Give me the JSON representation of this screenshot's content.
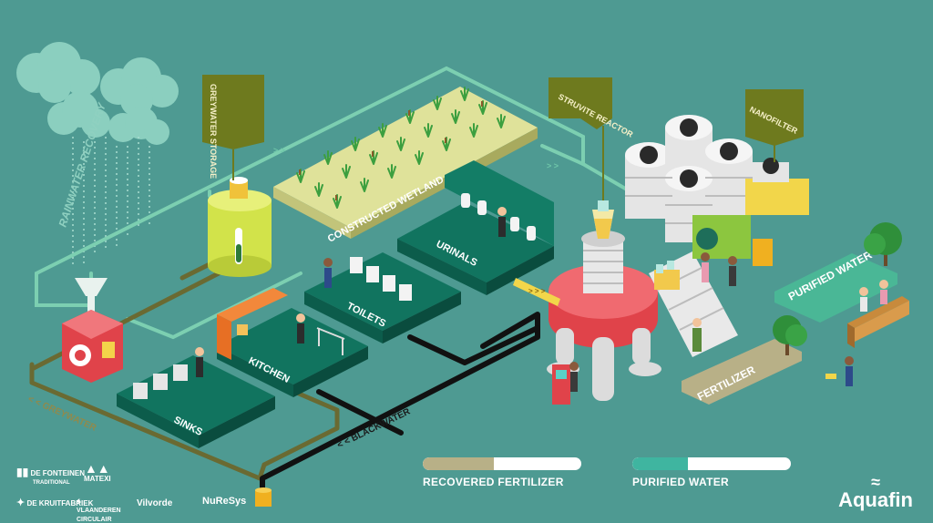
{
  "labels": {
    "rainwater_recovery": "RAINWATER RECOVERY",
    "greywater_storage": "GREYWATER STORAGE",
    "constructed_wetland": "CONSTRUCTED WETLAND",
    "struvite_reactor": "STRUVITE REACTOR",
    "nanofilter": "NANOFILTER",
    "urinals": "URINALS",
    "toilets": "TOILETS",
    "kitchen": "KITCHEN",
    "sinks": "SINKS",
    "greywater": "< < GREYWATER",
    "blackwater": "< < BLACKWATER",
    "purified_water": "PURIFIED WATER",
    "fertilizer": "FERTILIZER"
  },
  "legend": {
    "recovered_fertilizer": {
      "label": "RECOVERED FERTILIZER",
      "fill_fraction": 0.45,
      "color": "#b8b087"
    },
    "purified_water": {
      "label": "PURIFIED WATER",
      "fill_fraction": 0.35,
      "color": "#3fb5a0"
    }
  },
  "partners": [
    {
      "name": "DE FONTEINEN",
      "sub": "TRADITIONAL"
    },
    {
      "name": "MATEXI",
      "sub": ""
    },
    {
      "name": "DE KRUITFABRIEK",
      "sub": ""
    },
    {
      "name": "VLAANDEREN CIRCULAIR",
      "sub": ""
    },
    {
      "name": "Vilvorde",
      "sub": ""
    },
    {
      "name": "NuReSys",
      "sub": ""
    }
  ],
  "brand": "Aquafin",
  "colors": {
    "background": "#4e9a92",
    "platform": "#11745f",
    "wetland": "#dfe29a",
    "tag": "#6e7a1e",
    "reactor_red": "#e0434a",
    "blackwater_pipe": "#111111",
    "greywater_pipe": "#6a6a32",
    "recovery_pipe": "#7ccfb1"
  }
}
